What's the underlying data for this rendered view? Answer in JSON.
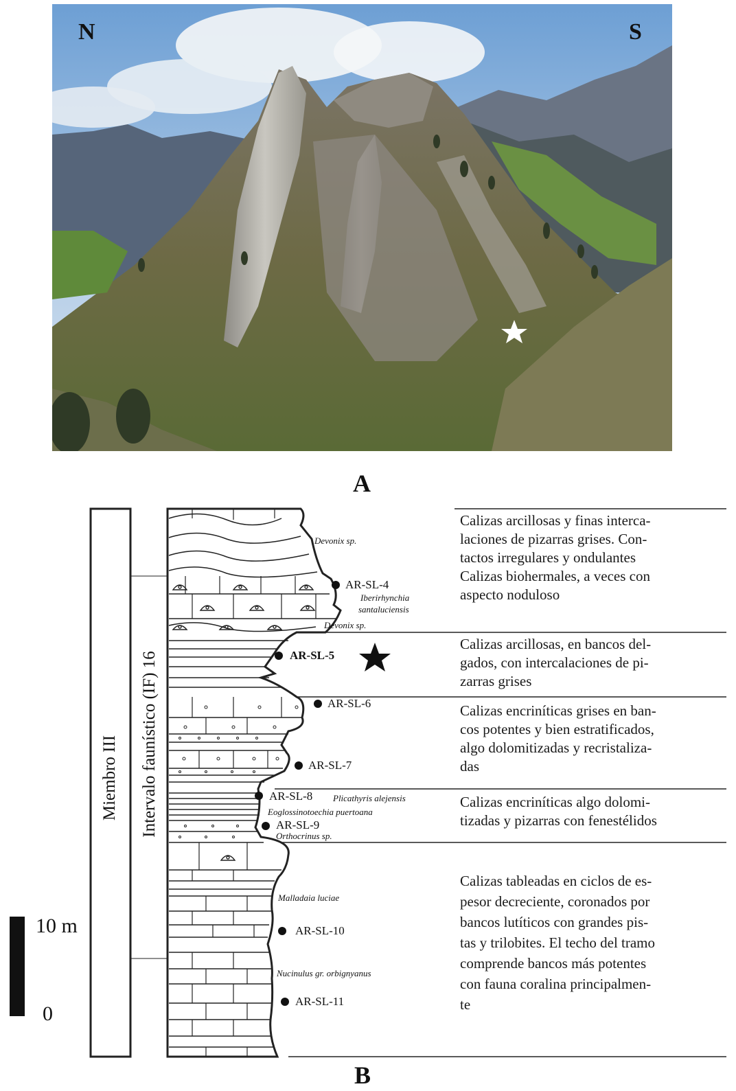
{
  "photo": {
    "north_label": "N",
    "south_label": "S"
  },
  "panel_labels": {
    "a": "A",
    "b": "B"
  },
  "scale": {
    "top": "10 m",
    "bottom": "0"
  },
  "column": {
    "member": "Miembro III",
    "interval": "Intervalo faunístico (IF) 16"
  },
  "samples": [
    {
      "label": "AR-SL-4"
    },
    {
      "label": "AR-SL-5"
    },
    {
      "label": "AR-SL-6"
    },
    {
      "label": "AR-SL-7"
    },
    {
      "label": "AR-SL-8"
    },
    {
      "label": "AR-SL-9"
    },
    {
      "label": "AR-SL-10"
    },
    {
      "label": "AR-SL-11"
    }
  ],
  "taxa": {
    "devonix_top": "Devonix sp.",
    "iberirhynchia_1": "Iberirhynchia",
    "iberirhynchia_2": "santaluciensis",
    "devonix_bottom": "Devonix sp.",
    "plicathyris": "Plicathyris alejensis",
    "eoglossinotoechia": "Eoglossinotoechia puertoana",
    "orthocrinus": "Orthocrinus sp.",
    "malladaia": "Malladaia luciae",
    "nucinulus": "Nucinulus gr. orbignyanus"
  },
  "descriptions": [
    [
      "Calizas arcillosas y finas interca-",
      "laciones de pizarras grises. Con-",
      "tactos irregulares y ondulantes",
      "Calizas biohermales, a veces con",
      "aspecto noduloso"
    ],
    [
      "Calizas arcillosas, en bancos del-",
      "gados, con intercalaciones de pi-",
      "zarras grises"
    ],
    [
      "Calizas encriníticas grises en ban-",
      "cos potentes y bien estratificados,",
      "algo dolomitizadas y recristaliza-",
      "das"
    ],
    [
      "Calizas encriníticas algo dolomi-",
      "tizadas y pizarras con fenestélidos"
    ],
    [
      "Calizas tableadas en ciclos de es-",
      "pesor decreciente, coronados por",
      "bancos lutíticos con grandes pis-",
      "tas y trilobites. El techo del tramo",
      "comprende bancos más potentes",
      "con fauna coralina principalmen-",
      "te"
    ]
  ]
}
